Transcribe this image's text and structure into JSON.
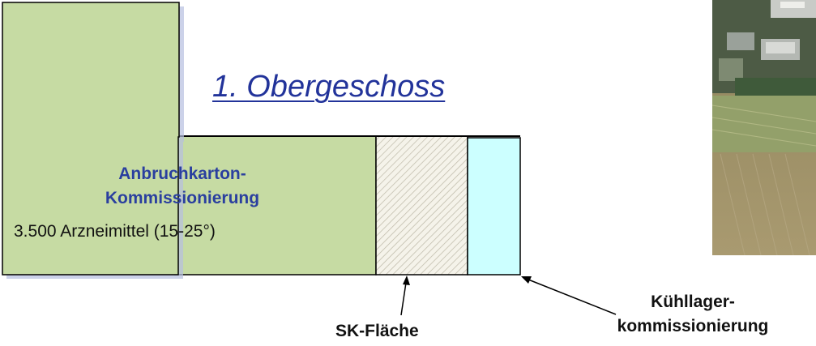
{
  "title": "1. Obergeschoss",
  "zones": {
    "picking": {
      "label_line1": "Anbruchkarton-",
      "label_line2": "Kommissionierung",
      "detail": "3.500 Arzneimittel (15-25°)",
      "color": "#c6dba3"
    },
    "sk": {
      "label": "SK-Fläche",
      "color": "#f2f0e6"
    },
    "cold": {
      "label_line1": "Kühllager-",
      "label_line2": "kommissionierung",
      "color": "#ccffff"
    }
  },
  "colors": {
    "title": "#22339a",
    "zone_title": "#2a3f9f",
    "outline": "#000000"
  },
  "photo": {
    "icon": "aerial-photo"
  }
}
